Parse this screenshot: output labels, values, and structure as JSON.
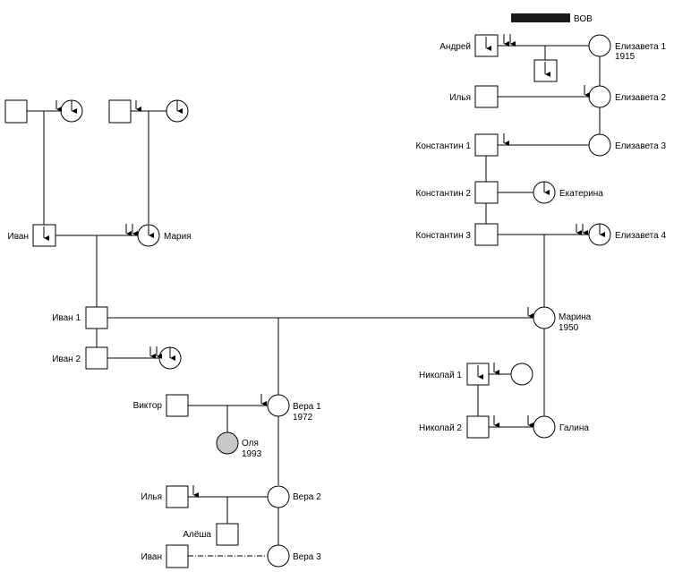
{
  "legend": {
    "label": "ВОВ",
    "bar_color": "#1a1a1a"
  },
  "colors": {
    "line": "#000000",
    "shaded_person": "#c8c8c8"
  },
  "people": {
    "andrey": {
      "name": "Андрей"
    },
    "elizaveta1": {
      "name": "Елизавета 1",
      "year": "1915"
    },
    "ilya_top": {
      "name": "Илья"
    },
    "elizaveta2": {
      "name": "Елизавета 2"
    },
    "konstantin1": {
      "name": "Константин 1"
    },
    "elizaveta3": {
      "name": "Елизавета 3"
    },
    "konstantin2": {
      "name": "Константин 2"
    },
    "ekaterina": {
      "name": "Екатерина"
    },
    "konstantin3": {
      "name": "Константин 3"
    },
    "elizaveta4": {
      "name": "Елизавета 4"
    },
    "ivan": {
      "name": "Иван"
    },
    "maria": {
      "name": "Мария"
    },
    "ivan1": {
      "name": "Иван 1"
    },
    "ivan2": {
      "name": "Иван 2"
    },
    "marina": {
      "name": "Марина",
      "year": "1950"
    },
    "nikolay1": {
      "name": "Николай 1"
    },
    "nikolay2": {
      "name": "Николай 2"
    },
    "galina": {
      "name": "Галина"
    },
    "viktor": {
      "name": "Виктор"
    },
    "vera1": {
      "name": "Вера 1",
      "year": "1972"
    },
    "olya": {
      "name": "Оля",
      "year": "1993"
    },
    "ilya_bottom": {
      "name": "Илья"
    },
    "vera2": {
      "name": "Вера 2"
    },
    "alyosha": {
      "name": "Алёша"
    },
    "ivan_bottom": {
      "name": "Иван"
    },
    "vera3": {
      "name": "Вера 3"
    }
  }
}
